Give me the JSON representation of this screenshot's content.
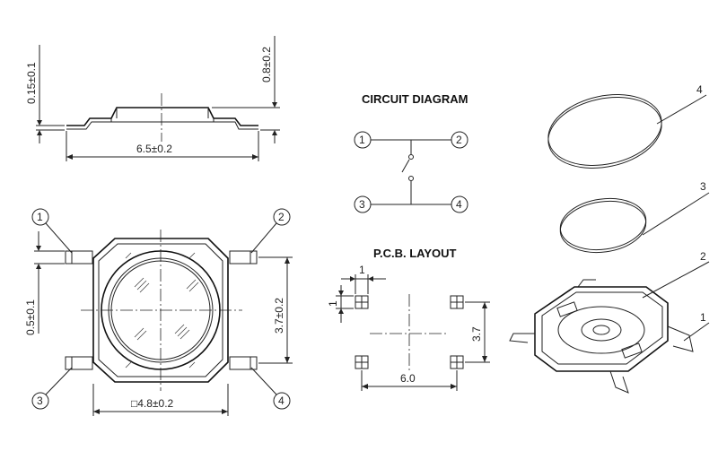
{
  "titles": {
    "circuit": "CIRCUIT DIAGRAM",
    "pcb": "P.C.B. LAYOUT"
  },
  "dims": {
    "side_thickness": "0.15±0.1",
    "side_height": "0.8±0.2",
    "side_width": "6.5±0.2",
    "top_pin_width": "0.5±0.1",
    "top_pin_spacing": "3.7±0.2",
    "top_body": "□4.8±0.2",
    "pcb_pad_w": "1",
    "pcb_pad_h": "1",
    "pcb_spacing_v": "3.7",
    "pcb_spacing_h": "6.0"
  },
  "pins": {
    "p1": "1",
    "p2": "2",
    "p3": "3",
    "p4": "4"
  },
  "parts": {
    "part1": "1",
    "part2": "2",
    "part3": "3",
    "part4": "4"
  }
}
